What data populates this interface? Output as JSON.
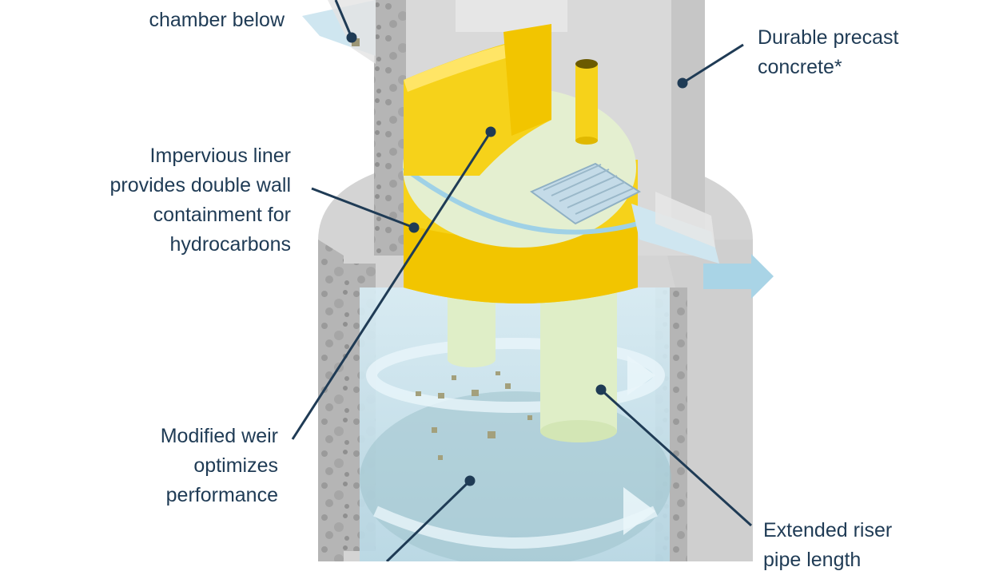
{
  "labels": {
    "chamber_partial": "chamber below",
    "concrete": [
      "Durable precast",
      "concrete*"
    ],
    "liner": [
      "Impervious liner",
      "provides double wall",
      "containment for",
      "hydrocarbons"
    ],
    "weir": [
      "Modified weir",
      "optimizes",
      "performance"
    ],
    "riser": [
      "Extended riser",
      "pipe length"
    ]
  },
  "colors": {
    "concrete": "#c9c9c9",
    "concrete_dark": "#9a9a9a",
    "liner": "#f6d21a",
    "water": "#bfe0ee",
    "riser": "#dfeec7",
    "leader": "#1f3b55"
  }
}
